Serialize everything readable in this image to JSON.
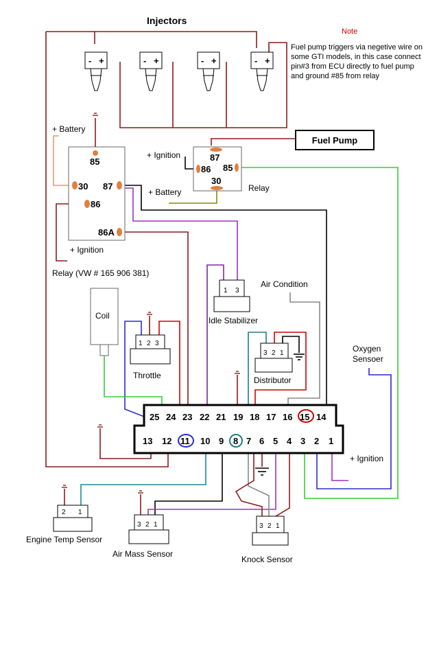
{
  "title": "Injectors",
  "note": {
    "heading": "Note",
    "text": "Fuel pump triggers via negetive wire on some GTI models, in this case connect pin#3 from ECU directly to fuel pump and ground #85 from relay"
  },
  "fuel_pump": "Fuel Pump",
  "injector_pins": {
    "minus": "-",
    "plus": "+"
  },
  "main_relay": {
    "caption": "Relay (VW # 165 906 381)",
    "pin_85": "85",
    "pin_30": "30",
    "pin_87": "87",
    "pin_86": "86",
    "pin_86a": "86A",
    "battery_label": "+ Battery",
    "ignition_label": "+ Ignition"
  },
  "pump_relay": {
    "caption": "Relay",
    "pin_87": "87",
    "pin_86": "86",
    "pin_85": "85",
    "pin_30": "30",
    "ignition_label": "+ Ignition",
    "battery_label": "+ Battery"
  },
  "components": {
    "coil": "Coil",
    "throttle": "Throttle",
    "throttle_pins": [
      "1",
      "2",
      "3"
    ],
    "idle_stabilizer": "Idle Stabilizer",
    "idle_pins": [
      "1",
      "3"
    ],
    "air_condition": "Air Condition",
    "distributor": "Distributor",
    "distributor_pins": [
      "3",
      "2",
      "1"
    ],
    "oxygen_sensor": "Oxygen Sensoer",
    "engine_temp_sensor": "Engine Temp Sensor",
    "engine_temp_pins": [
      "2",
      "1"
    ],
    "air_mass_sensor": "Air Mass Sensor",
    "air_mass_pins": [
      "3",
      "2",
      "1"
    ],
    "knock_sensor": "Knock Sensor",
    "knock_pins": [
      "3",
      "2",
      "1"
    ],
    "ecu_ignition": "+ Ignition"
  },
  "ecu": {
    "top_row": [
      "25",
      "24",
      "23",
      "22",
      "21",
      "19",
      "18",
      "17",
      "16",
      "15",
      "14"
    ],
    "bottom_row": [
      "13",
      "12",
      "11",
      "10",
      "9",
      "8",
      "7",
      "6",
      "5",
      "4",
      "3",
      "2",
      "1"
    ]
  },
  "colors": {
    "darkred": "#8b1a1a",
    "red": "#d00000",
    "black": "#000000",
    "purple": "#9b30c8",
    "green": "#33cc33",
    "blue": "#2a2ad0",
    "teal": "#1a8080",
    "grey": "#888888",
    "olive": "#8a8a00",
    "orange": "#e08040",
    "tan": "#d9a066"
  }
}
